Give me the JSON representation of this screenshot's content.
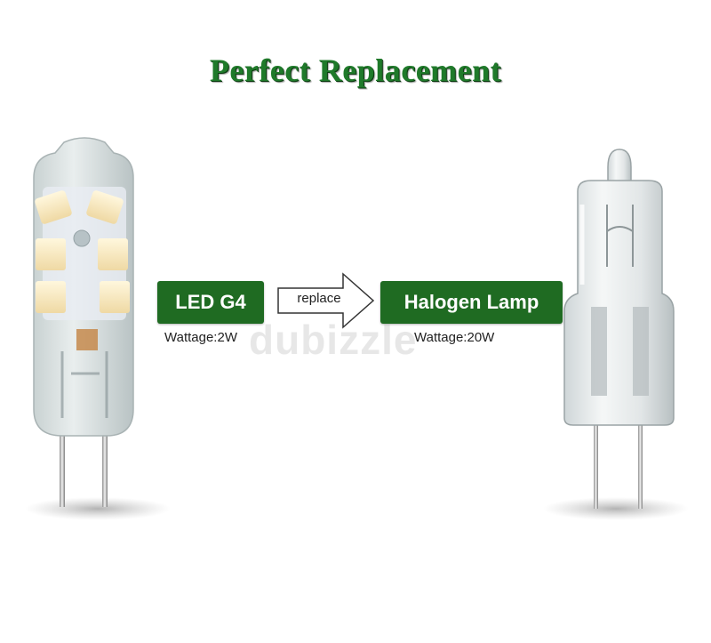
{
  "title": "Perfect Replacement",
  "led": {
    "label": "LED G4",
    "wattage": "Wattage:2W"
  },
  "arrow": {
    "label": "replace"
  },
  "halogen": {
    "label": "Halogen Lamp",
    "wattage": "Wattage:20W"
  },
  "watermark": "dubizzle",
  "colors": {
    "brand_green": "#1f6b22",
    "title_green": "#1f7a2a"
  },
  "icons": [
    "led-bulb-icon",
    "halogen-bulb-icon",
    "arrow-right-icon"
  ]
}
